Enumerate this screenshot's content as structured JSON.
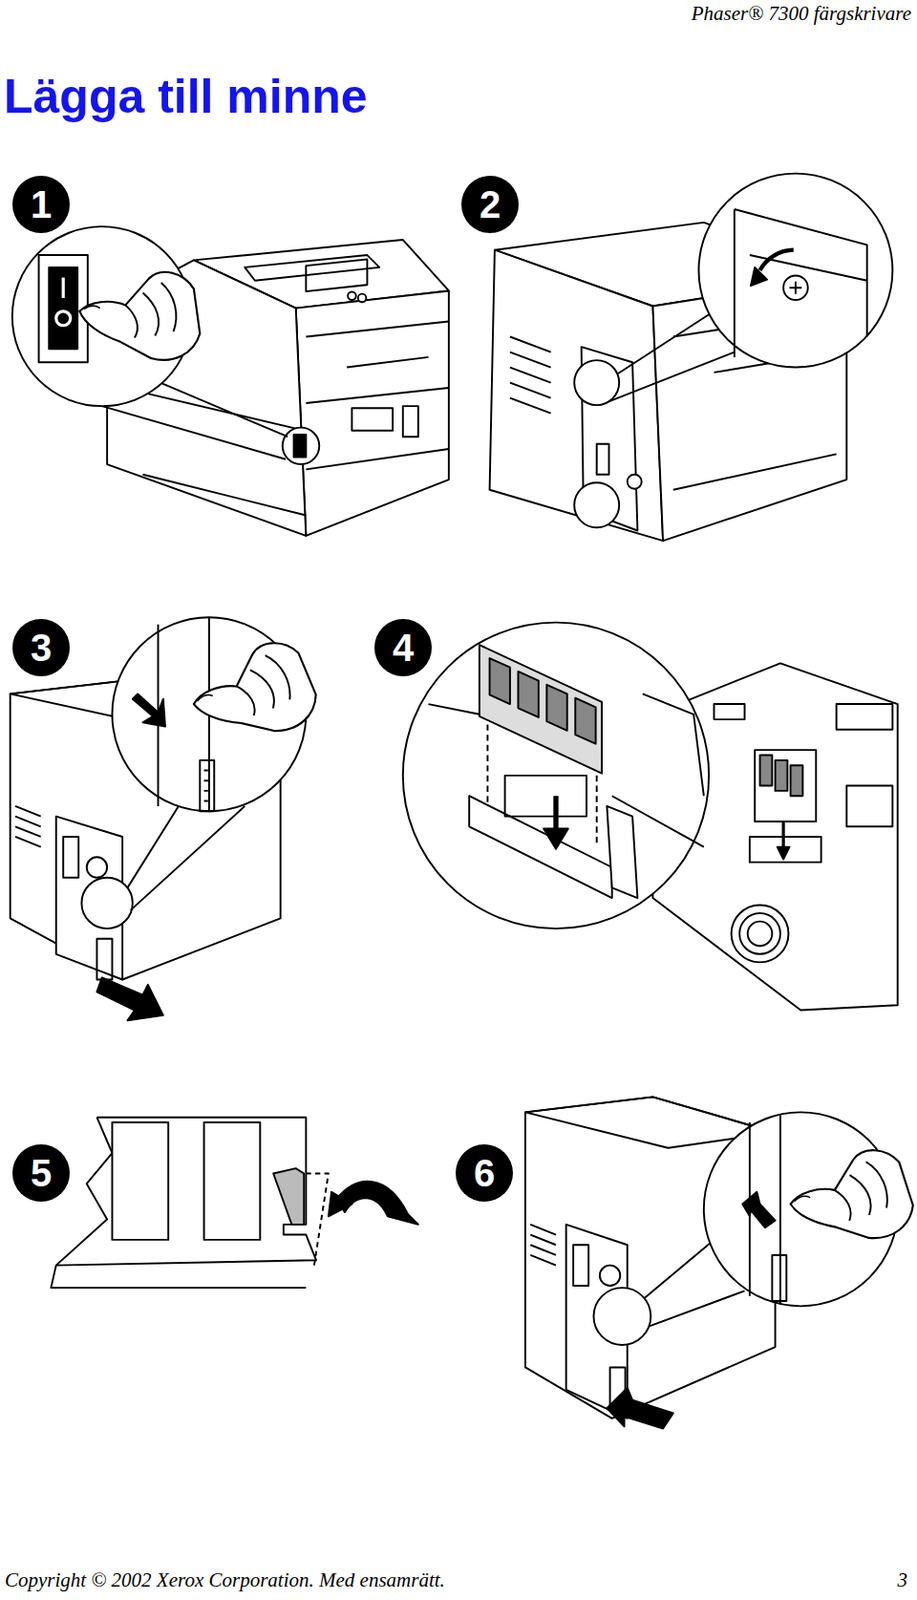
{
  "diagram": {
    "title": "Lägga till minne",
    "nodes": [
      {
        "text": [
          "1"
        ]
      },
      {
        "text": [
          "2"
        ]
      },
      {
        "text": [
          "3"
        ]
      },
      {
        "text": [
          "4"
        ]
      },
      {
        "text": [
          "5"
        ]
      },
      {
        "text": [
          "6"
        ]
      }
    ],
    "labels": [
      "Phaser® 7300 färgskrivare",
      "Copyright © 2002 Xerox Corporation. Med ensamrätt.",
      "3"
    ]
  }
}
